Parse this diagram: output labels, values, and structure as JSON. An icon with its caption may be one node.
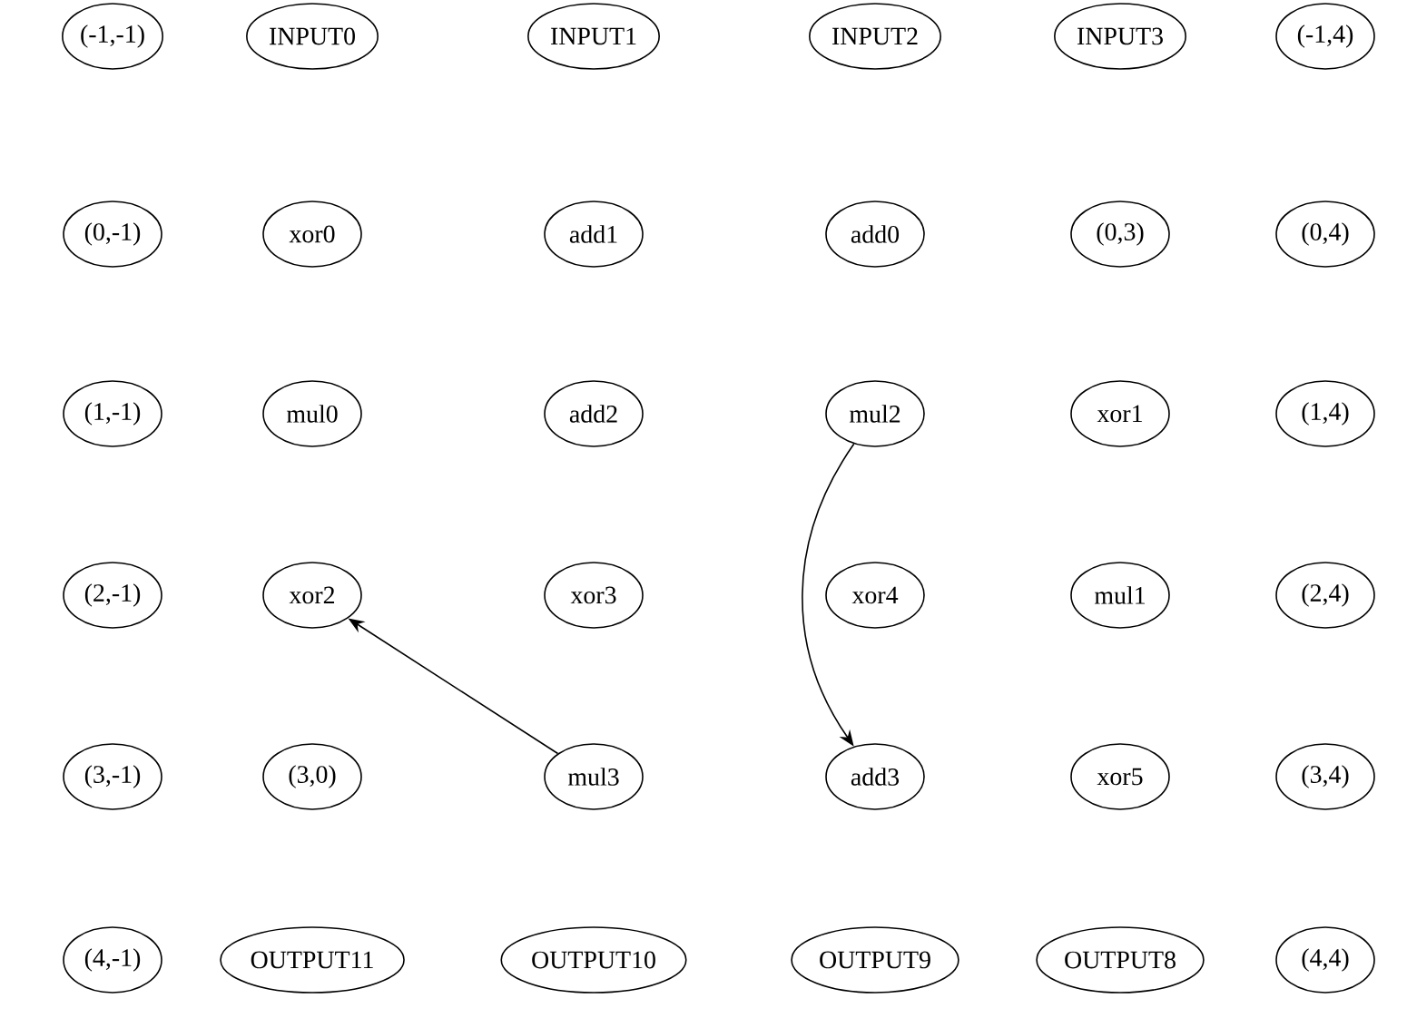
{
  "diagram": {
    "nodes": [
      {
        "text": [
          "(-1,-1)"
        ]
      },
      {
        "text": [
          "INPUT0"
        ]
      },
      {
        "text": [
          "INPUT1"
        ]
      },
      {
        "text": [
          "INPUT2"
        ]
      },
      {
        "text": [
          "INPUT3"
        ]
      },
      {
        "text": [
          "(-1,4)"
        ]
      },
      {
        "text": [
          "(0,-1)"
        ]
      },
      {
        "text": [
          "xor0"
        ]
      },
      {
        "text": [
          "add1"
        ]
      },
      {
        "text": [
          "add0"
        ]
      },
      {
        "text": [
          "(0,3)"
        ]
      },
      {
        "text": [
          "(0,4)"
        ]
      },
      {
        "text": [
          "(1,-1)"
        ]
      },
      {
        "text": [
          "mul0"
        ]
      },
      {
        "text": [
          "add2"
        ]
      },
      {
        "text": [
          "mul2"
        ]
      },
      {
        "text": [
          "xor1"
        ]
      },
      {
        "text": [
          "(1,4)"
        ]
      },
      {
        "text": [
          "(2,-1)"
        ]
      },
      {
        "text": [
          "xor2"
        ]
      },
      {
        "text": [
          "xor3"
        ]
      },
      {
        "text": [
          "xor4"
        ]
      },
      {
        "text": [
          "mul1"
        ]
      },
      {
        "text": [
          "(2,4)"
        ]
      },
      {
        "text": [
          "(3,-1)"
        ]
      },
      {
        "text": [
          "(3,0)"
        ]
      },
      {
        "text": [
          "mul3"
        ]
      },
      {
        "text": [
          "add3"
        ]
      },
      {
        "text": [
          "xor5"
        ]
      },
      {
        "text": [
          "(3,4)"
        ]
      },
      {
        "text": [
          "(4,-1)"
        ]
      },
      {
        "text": [
          "OUTPUT11"
        ]
      },
      {
        "text": [
          "OUTPUT10"
        ]
      },
      {
        "text": [
          "OUTPUT9"
        ]
      },
      {
        "text": [
          "OUTPUT8"
        ]
      },
      {
        "text": [
          "(4,4)"
        ]
      }
    ],
    "edges": [
      {
        "from": 26,
        "to": 19,
        "arrow": "to"
      },
      {
        "from": 15,
        "to": 27,
        "arrow": "to"
      }
    ]
  }
}
